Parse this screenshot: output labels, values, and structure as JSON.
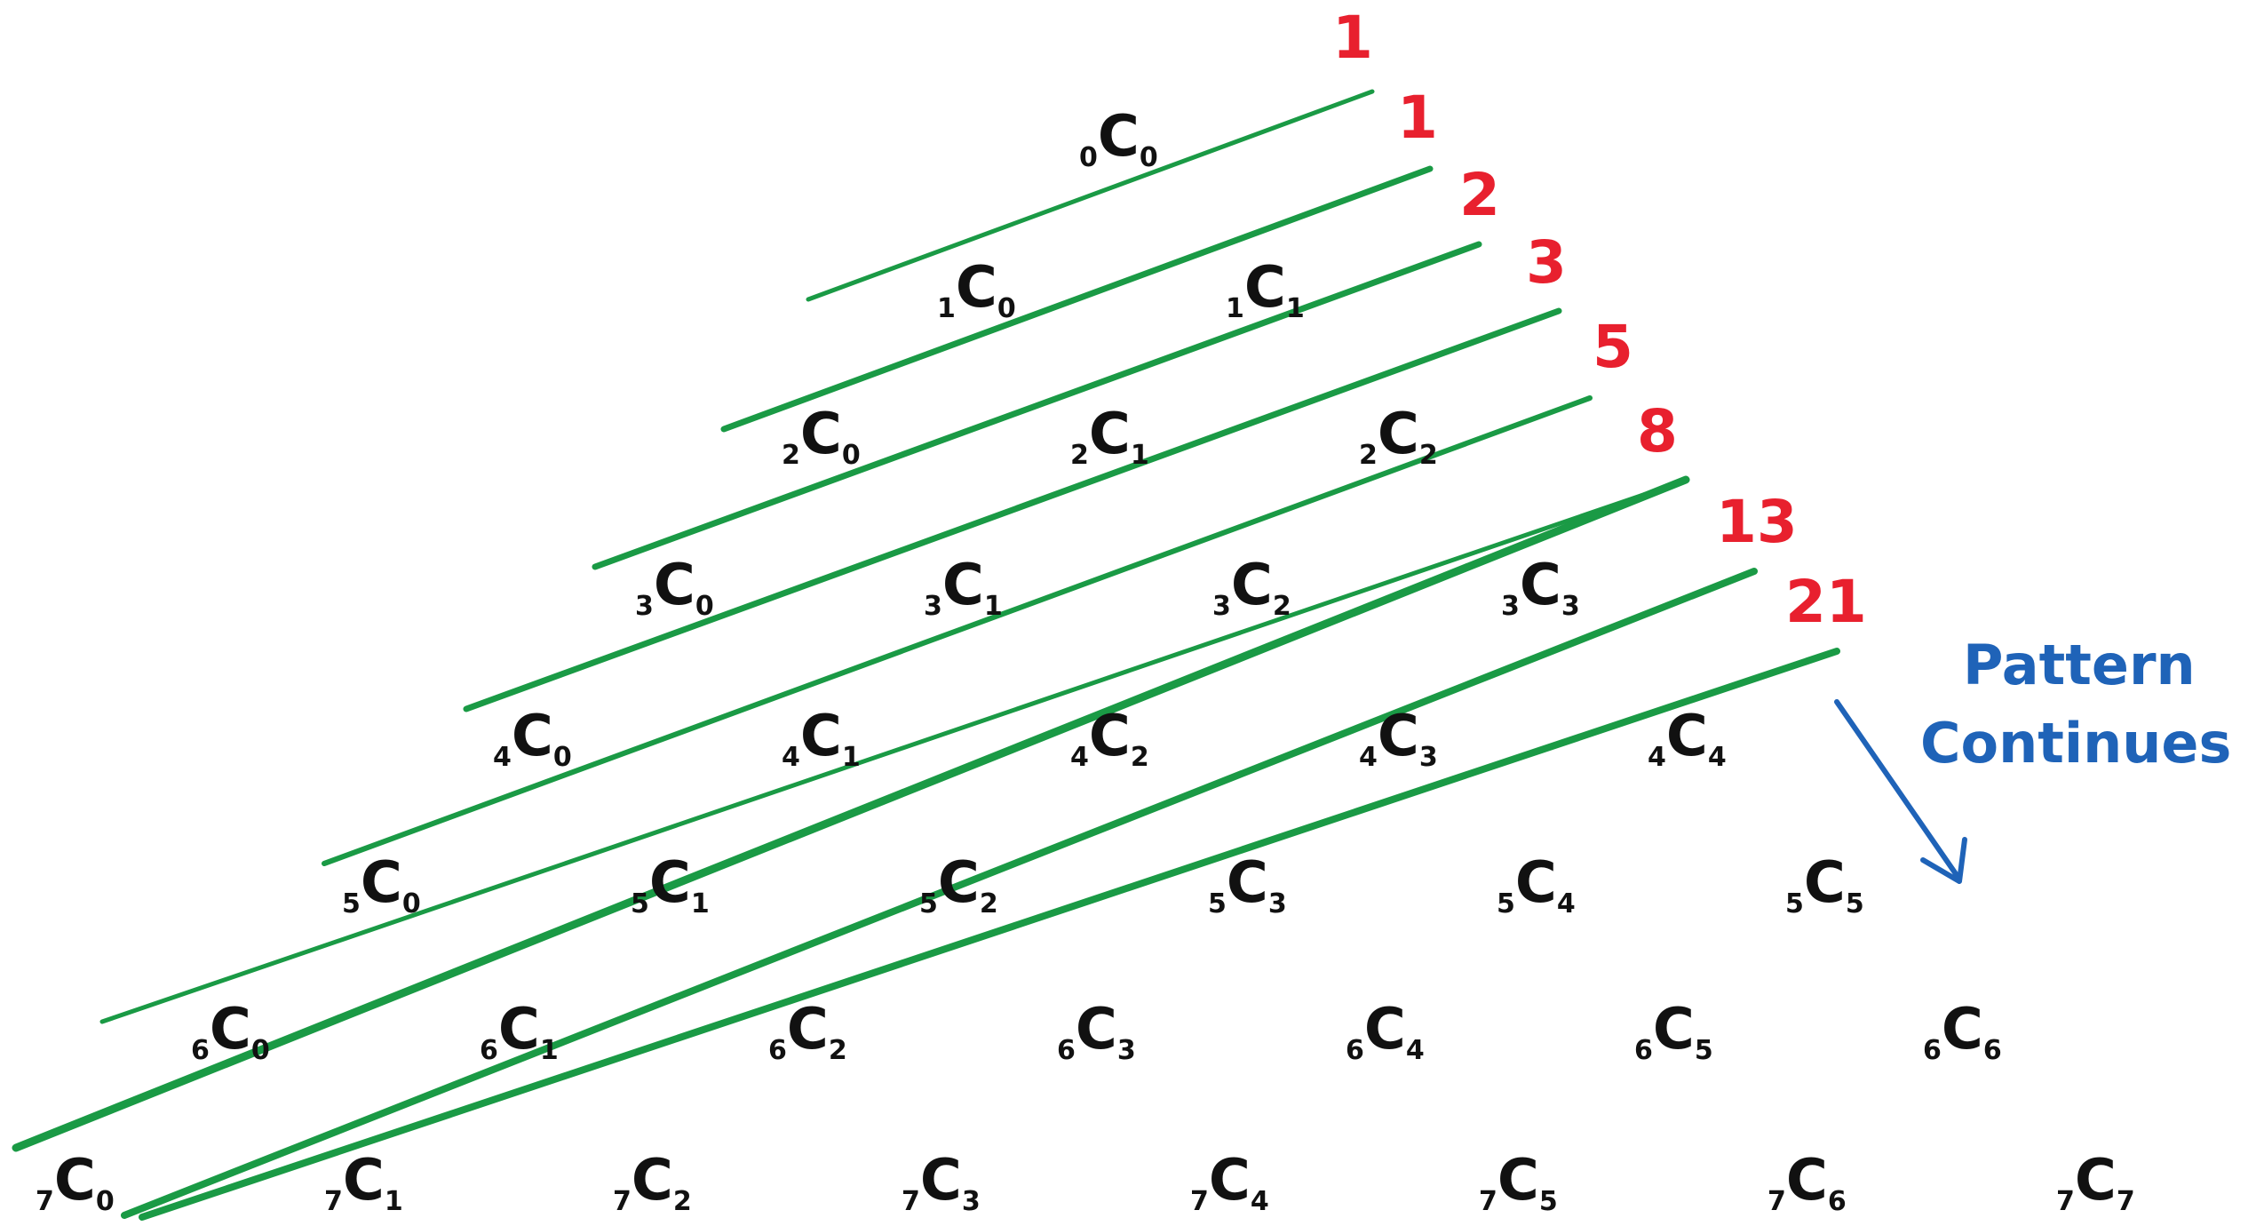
{
  "colors": {
    "diagonal_line": "#1a9a45",
    "sum_label": "#e8202e",
    "annotation": "#1f63b8",
    "term": "#111111"
  },
  "triangle": {
    "rows": [
      [
        "0C0"
      ],
      [
        "1C0",
        "1C1"
      ],
      [
        "2C0",
        "2C1",
        "2C2"
      ],
      [
        "3C0",
        "3C1",
        "3C2",
        "3C3"
      ],
      [
        "4C0",
        "4C1",
        "4C2",
        "4C3",
        "4C4"
      ],
      [
        "5C0",
        "5C1",
        "5C2",
        "5C3",
        "5C4",
        "5C5"
      ],
      [
        "6C0",
        "6C1",
        "6C2",
        "6C3",
        "6C4",
        "6C5",
        "6C6"
      ],
      [
        "7C0",
        "7C1",
        "7C2",
        "7C3",
        "7C4",
        "7C5",
        "7C6",
        "7C7"
      ]
    ]
  },
  "diagonal_sums": [
    "1",
    "1",
    "2",
    "3",
    "5",
    "8",
    "13",
    "21"
  ],
  "annotation": {
    "line1": "Pattern",
    "line2": "Continues",
    "arrow_icon": "arrow-down-right-icon"
  }
}
